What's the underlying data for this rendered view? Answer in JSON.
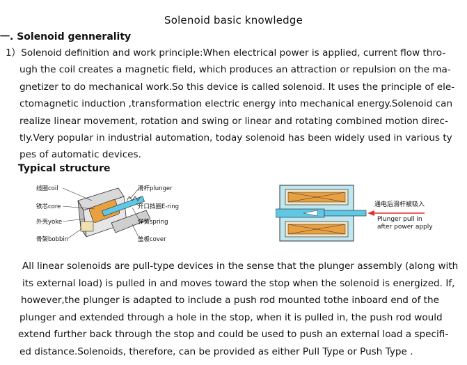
{
  "title": "Solenoid basic knowledge",
  "section_heading": "一. Solenoid gennerality",
  "definition_lines": [
    "1）Solenoid definition and work principle:When electrical power is applied, current flow thro-",
    "ugh the coil  creates a magnetic field, which produces an attraction or repulsion on the ma-",
    "gnetizer to do mechanical work.So this device is called solenoid. It uses the principle of  ele-",
    "ctomagnetic induction ,transformation electric energy into mechanical energy.Solenoid can",
    "realize linear movement, rotation and swing or  linear and rotating combined motion direc-",
    "tly.Very popular in industrial automation, today solenoid has been widely used in various ty",
    "pes of automatic devices."
  ],
  "structure_heading": "Typical structure",
  "diagram_labels": {
    "coil": "线圈coil",
    "core": "铁芯core",
    "yoke": "外壳yoke",
    "bobbin": "骨架bobbin",
    "plunger": "滑杆plunger",
    "ering": "开口挡圈E-ring",
    "spring": "弹簧spring",
    "cover": "盖板cover"
  },
  "pull_labels": {
    "cn": "通电后滑杆被吸入",
    "en_line1": "Plunger pull in",
    "en_line2": "after power apply"
  },
  "pull_lines": [
    "All linear solenoids are pull-type devices in the sense that the plunger assembly (along with",
    "its external load) is pulled in and moves toward the stop when the solenoid is energized. If,",
    " however,the plunger is adapted to include a push rod mounted tothe inboard end of the",
    "plunger and extended through a hole in the stop, when it is pulled in, the push rod would",
    "extend further back through the stop and could be used to push an external load a specifi-",
    "ed distance.Solenoids, therefore, can be provided as either Pull Type or Push Type ."
  ],
  "colors": {
    "arrow": "#e03030",
    "plunger_fill": "#5ec8e6",
    "coil_fill": "#e8a040"
  }
}
